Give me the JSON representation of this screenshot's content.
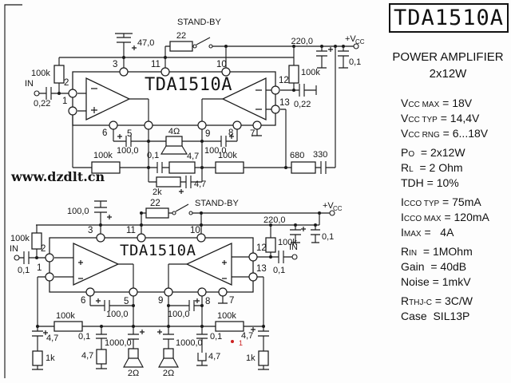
{
  "panel": {
    "title": "TDA1510A",
    "subtitle1": "POWER AMPLIFIER",
    "subtitle2": "2x12W",
    "specs": [
      [
        {
          "t": "V"
        },
        {
          "t": "CC MAX",
          "s": 1
        },
        {
          "t": " = 18V"
        }
      ],
      [
        {
          "t": "V"
        },
        {
          "t": "CC TYP",
          "s": 1
        },
        {
          "t": " = 14,4V"
        }
      ],
      [
        {
          "t": "V"
        },
        {
          "t": "CC RNG",
          "s": 1
        },
        {
          "t": " = 6...18V"
        }
      ],
      [
        {
          "t": "P"
        },
        {
          "t": "O",
          "s": 1
        },
        {
          "t": "  = 2x12W"
        }
      ],
      [
        {
          "t": "R"
        },
        {
          "t": "L",
          "s": 1
        },
        {
          "t": "  = 2 Ohm"
        }
      ],
      [
        {
          "t": "TDH = 10%"
        }
      ],
      [
        {
          "t": "I"
        },
        {
          "t": "CCO TYP",
          "s": 1
        },
        {
          "t": " = 75mA"
        }
      ],
      [
        {
          "t": "I"
        },
        {
          "t": "CCO MAX",
          "s": 1
        },
        {
          "t": " = 120mA"
        }
      ],
      [
        {
          "t": "I"
        },
        {
          "t": "MAX",
          "s": 1
        },
        {
          "t": " =   4A"
        }
      ],
      [
        {
          "t": "R"
        },
        {
          "t": "IN",
          "s": 1
        },
        {
          "t": "  = 1MOhm"
        }
      ],
      [
        {
          "t": "Gain  = 40dB"
        }
      ],
      [
        {
          "t": "Noise = 1mkV"
        }
      ],
      [
        {
          "t": "R"
        },
        {
          "t": "THJ-C",
          "s": 1
        },
        {
          "t": " = 3C/W"
        }
      ],
      [
        {
          "t": "Case  SIL13P"
        }
      ]
    ]
  },
  "top": {
    "ic": "TDA1510A",
    "standby": "STAND-BY",
    "r22": "22",
    "c47": "47,0",
    "p3": "3",
    "p11": "11",
    "p10": "10",
    "p2": "2",
    "p1": "1",
    "p12": "12",
    "p13": "13",
    "p6": "6",
    "p5": "5",
    "p9": "9",
    "p8": "8",
    "p7": "7",
    "c220": "220,0",
    "c01_rail": "0,1",
    "vcc": "+V",
    "vcc_sub": "CC",
    "r100k_in": "100k",
    "in_label": "IN",
    "c022_in": "0,22",
    "r100k_boot": "100k",
    "c022_out": "0,22",
    "spk": "4Ω",
    "c100_l": "100,0",
    "c100_r": "100,0",
    "r100k_fbl": "100k",
    "c01_fb": "0,1",
    "r47_fb": "4,7",
    "r100k_fbr": "100k",
    "r680": "680",
    "c330": "330",
    "r2k": "2k",
    "c47_fb": "4,7"
  },
  "bottom": {
    "ic": "TDA1510A",
    "standby": "STAND-BY",
    "r22": "22",
    "c100_top": "100,0",
    "p3": "3",
    "p11": "11",
    "p10": "10",
    "p2": "2",
    "p1": "1",
    "p12": "12",
    "p13": "13",
    "p6": "6",
    "p5": "5",
    "p9": "9",
    "p8": "8",
    "p7": "7",
    "c220": "220,0",
    "c01_rail": "0,1",
    "vcc": "+V",
    "vcc_sub": "CC",
    "r100k_tl": "100k",
    "in_l": "IN",
    "c01_inl": "0,1",
    "r100k_tr": "100k",
    "in_r": "IN",
    "c01_inr": "0,1",
    "c100_l": "100,0",
    "c100_r": "100,0",
    "r100k_rowl": "100k",
    "r100k_rowr": "100k",
    "c01_bl": "0,1",
    "r47_bl": "4,7",
    "c1000_l": "1000,0",
    "spk_l": "2Ω",
    "c1000_r": "1000,0",
    "spk_r": "2Ω",
    "c01_br": "0,1",
    "c47_br": "4,7",
    "c47_cl": "4,7",
    "r1k_cl": "1k",
    "c47_cr": "4,7",
    "r1k_cr": "1k"
  },
  "watermark": "www.dzdlt.cn",
  "red_note": "1"
}
